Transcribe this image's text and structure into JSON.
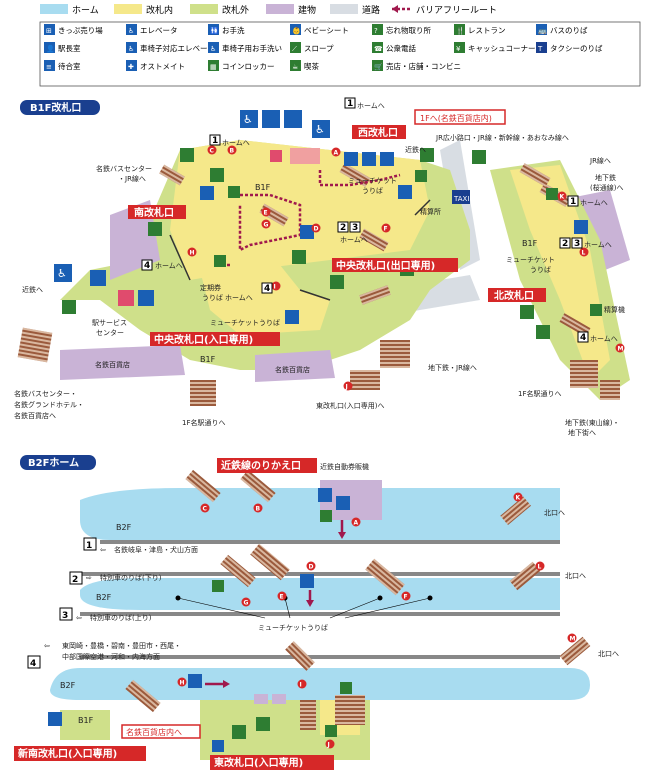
{
  "legend": {
    "home": "ホーム",
    "inside": "改札内",
    "outside": "改札外",
    "building": "建物",
    "road": "道路",
    "barrierfree": "バリアフリールート",
    "colors": {
      "home": "#a8dcf0",
      "inside": "#f5e88a",
      "outside": "#cfe08a",
      "building": "#c9b3d6",
      "road": "#d8dde3",
      "route": "#a0194d"
    }
  },
  "icons": [
    {
      "name": "ticket-office-icon",
      "label": "きっぷ売り場",
      "glyph": "⊞"
    },
    {
      "name": "elevator-icon",
      "label": "エレベータ",
      "glyph": "♿"
    },
    {
      "name": "restroom-icon",
      "label": "お手洗",
      "glyph": "🚻"
    },
    {
      "name": "baby-seat-icon",
      "label": "ベビーシート",
      "glyph": "👶"
    },
    {
      "name": "lost-found-icon",
      "label": "忘れ物取り所",
      "glyph": "?"
    },
    {
      "name": "restaurant-icon",
      "label": "レストラン",
      "glyph": "🍴"
    },
    {
      "name": "bus-stop-icon",
      "label": "バスのりば",
      "glyph": "🚌"
    },
    {
      "name": "station-master-icon",
      "label": "駅長室",
      "glyph": "👤"
    },
    {
      "name": "wheelchair-elevator-icon",
      "label": "車椅子対応エレベータ",
      "glyph": "♿"
    },
    {
      "name": "wheelchair-restroom-icon",
      "label": "車椅子用お手洗い",
      "glyph": "♿"
    },
    {
      "name": "slope-icon",
      "label": "スロープ",
      "glyph": "⟋"
    },
    {
      "name": "public-phone-icon",
      "label": "公衆電話",
      "glyph": "☎"
    },
    {
      "name": "cashing-corner-icon",
      "label": "キャッシュコーナー",
      "glyph": "¥"
    },
    {
      "name": "taxi-icon",
      "label": "タクシーのりば",
      "glyph": "T"
    },
    {
      "name": "waiting-room-icon",
      "label": "待合室",
      "glyph": "≡"
    },
    {
      "name": "ostomate-icon",
      "label": "オストメイト",
      "glyph": "✚"
    },
    {
      "name": "coin-locker-icon",
      "label": "コインロッカー",
      "glyph": "▦"
    },
    {
      "name": "cafe-icon",
      "label": "喫茶",
      "glyph": "☕"
    },
    {
      "name": "shop-icon",
      "label": "売店・店舗・コンビニ",
      "glyph": "🛒"
    }
  ],
  "b1f": {
    "header": "B1F改札口",
    "west_gate": "西改札口",
    "to_dept": "1Fへ(名鉄百貨店内)",
    "south_gate": "南改札口",
    "central_exit": "中央改札口(出口専用)",
    "central_entry": "中央改札口(入口専用)",
    "north_gate": "北改札口",
    "floor": "B1F",
    "to_home": "ホームへ",
    "to_kintetsu": "近鉄へ",
    "jr_to": "JR広小路口・JR線・新幹線・あおなみ線へ",
    "jr_line": "JR線へ",
    "bus_center": "名鉄バスセンター\n・JR線へ",
    "musticket": "ミューチケット\nうりば",
    "musticket2": "ミューチケットうりば",
    "teiki": "定期券\nうりば",
    "seisan": "精算所",
    "seisan2": "精算機",
    "service_center": "駅サービス\nセンター",
    "dept": "名鉄百貨店",
    "to_1f": "1F名駅通りへ",
    "to_subway": "地下鉄・JR線へ",
    "east_gate_to": "東改札口(入口専用)へ",
    "bus_hotel": "名鉄バスセンター・\n名鉄グランドホテル・\n名鉄百貨店へ",
    "subway_sakura": "地下鉄\n(桜通線)へ",
    "subway_higashiyama": "地下鉄(東山線)・\n地下街へ",
    "to_1f_north": "1F名駅通りへ"
  },
  "b2f": {
    "header": "B2Fホーム",
    "kintetsu_transfer": "近鉄線のりかえ口",
    "kintetsu_ticket": "近鉄自動券販機",
    "floor": "B2F",
    "floor_b1": "B1F",
    "to_north": "北口へ",
    "line1": "名鉄岐阜・津島・犬山方面",
    "line2": "特別車のりば(下り)",
    "line3": "特別車のりば(上り)",
    "line4": "東岡崎・豊橋・碧南・豊田市・西尾・\n中部国際空港・河和・内海方面",
    "musticket": "ミューチケットうりば",
    "to_dept": "名鉄百貨店内へ",
    "new_south": "新南改札口(入口専用)",
    "east_gate": "東改札口(入口専用)"
  }
}
